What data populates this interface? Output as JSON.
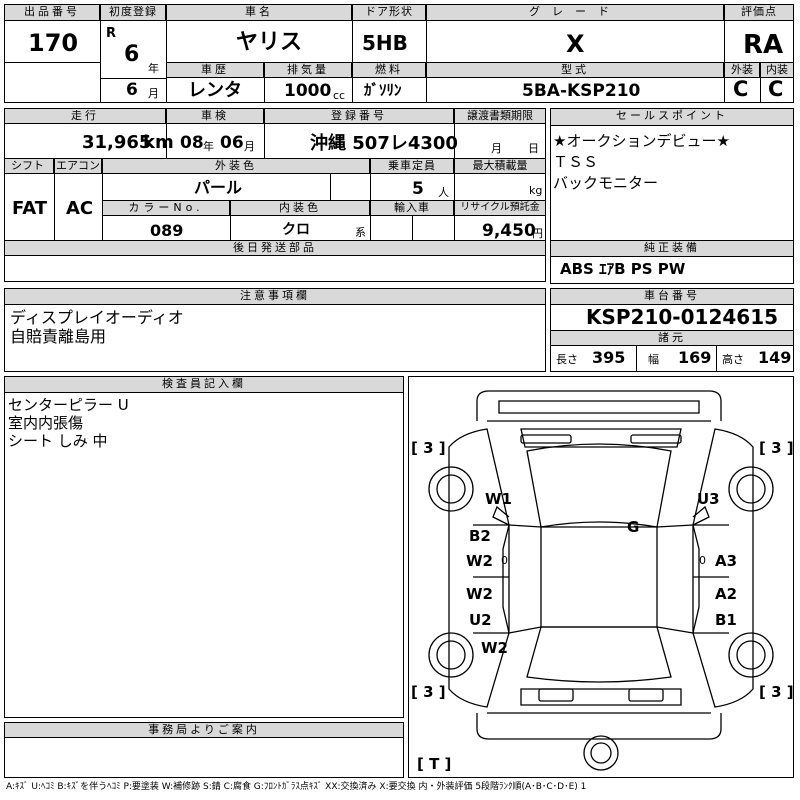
{
  "header": {
    "lot_label": "出品番号",
    "lot_number": "170",
    "first_reg_label": "初度登録",
    "era": "R",
    "year": "6",
    "year_unit": "年",
    "month": "6",
    "month_unit": "月",
    "car_name_label": "車名",
    "car_name": "ヤリス",
    "door_label": "ドア形状",
    "door": "5HB",
    "grade_label": "グレード",
    "grade": "X",
    "score_label": "評価点",
    "score": "RA",
    "history_label": "車歴",
    "history": "レンタ",
    "displacement_label": "排気量",
    "displacement": "1000",
    "displacement_unit": "cc",
    "fuel_label": "燃料",
    "fuel": "ｶﾞｿﾘﾝ",
    "model_label": "型式",
    "model": "5BA-KSP210",
    "exterior_label": "外装",
    "exterior": "C",
    "interior_label": "内装",
    "interior": "C"
  },
  "mid": {
    "mileage_label": "走行",
    "mileage": "31,965",
    "mileage_unit": "km",
    "inspection_label": "車検",
    "insp_year": "08",
    "insp_year_unit": "年",
    "insp_month": "06",
    "insp_month_unit": "月",
    "reg_label": "登録番号",
    "reg": "沖縄 507レ4300",
    "transfer_label": "譲渡書類期限",
    "transfer_month_unit": "月",
    "transfer_day_unit": "日",
    "shift_label": "シフト",
    "shift": "FAT",
    "ac_label": "エアコン",
    "ac": "AC",
    "color_label": "外装色",
    "color": "パール",
    "capacity_label": "乗車定員",
    "capacity": "5",
    "capacity_unit": "人",
    "load_label": "最大積載量",
    "load_unit": "kg",
    "color_no_label": "カラーNo.",
    "color_no": "089",
    "int_color_label": "内装色",
    "int_color": "クロ",
    "int_color_unit": "系",
    "import_label": "輸入車",
    "recycle_label": "リサイクル預託金",
    "recycle": "9,450",
    "recycle_unit": "円",
    "later_parts_label": "後日発送部品"
  },
  "sales": {
    "label": "セールスポイント",
    "points": [
      "★オークションデビュー★",
      "ＴＳＳ",
      "バックモニター"
    ]
  },
  "equipment": {
    "label": "純正装備",
    "value": "ABS ｴｱB PS PW"
  },
  "caution": {
    "label": "注意事項欄",
    "lines": [
      "ディスプレイオーディオ",
      "自賠責離島用"
    ]
  },
  "chassis": {
    "label": "車台番号",
    "value": "KSP210-0124615",
    "spec_label": "諸元",
    "length_label": "長さ",
    "length": "395",
    "width_label": "幅",
    "width": "169",
    "height_label": "高さ",
    "height": "149"
  },
  "inspector": {
    "label": "検査員記入欄",
    "lines": [
      "センターピラー U",
      "室内内張傷",
      "シート しみ 中"
    ]
  },
  "diagram": {
    "marks": [
      "W1",
      "U3",
      "G",
      "B2",
      "W2",
      "A3",
      "W2",
      "U2",
      "A2",
      "B1",
      "W2"
    ],
    "small": [
      "0",
      "0"
    ],
    "tires": [
      "[ 3 ]",
      "[ 3 ]",
      "[ 3 ]",
      "[ 3 ]",
      "[ T ]"
    ]
  },
  "office": {
    "label": "事務局よりご案内"
  },
  "legend": "A:ｷｽﾞ U:ﾍｺﾐ B:ｷｽﾞを伴うﾍｺﾐ P:要塗装 W:補修跡 S:錆 C:腐食 G:ﾌﾛﾝﾄｶﾞﾗｽ点ｷｽﾞ XX:交換済み X:要交換 内・外装評価 5段階ﾗﾝｸ順(A･B･C･D･E) 1"
}
